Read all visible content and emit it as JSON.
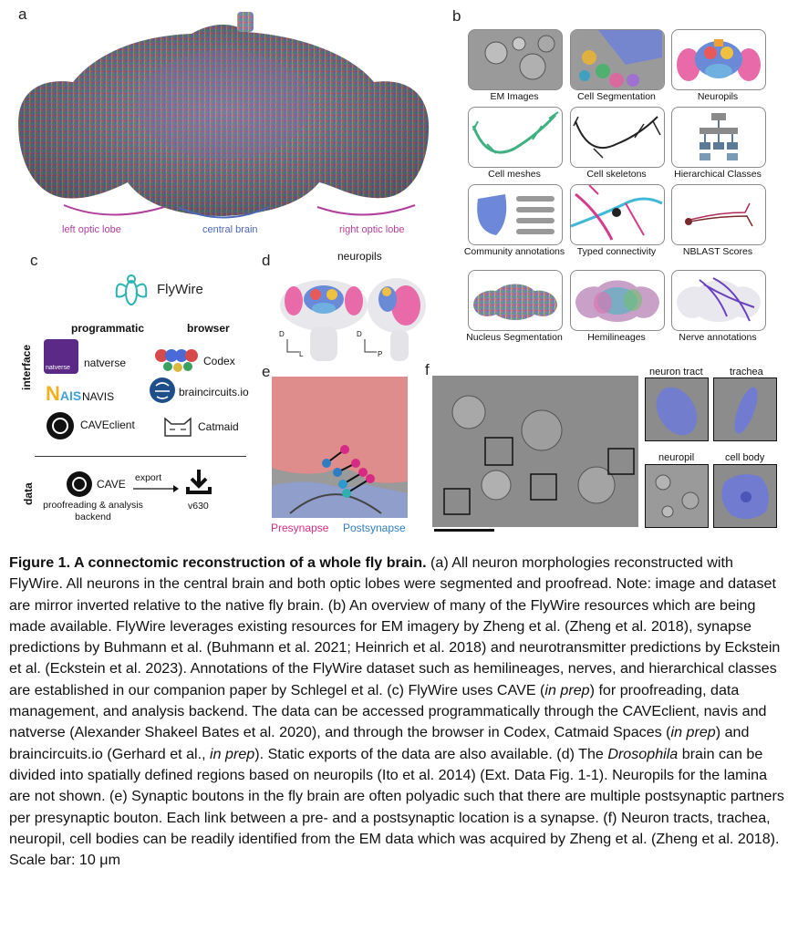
{
  "panels": {
    "a": {
      "label": "a",
      "regions": [
        "left optic lobe",
        "central brain",
        "right optic lobe"
      ]
    },
    "b": {
      "label": "b",
      "tiles": [
        "EM Images",
        "Cell Segmentation",
        "Neuropils",
        "Cell meshes",
        "Cell skeletons",
        "Hierarchical Classes",
        "Community annotations",
        "Typed connectivity",
        "NBLAST Scores",
        "Nucleus Segmentation",
        "Hemilineages",
        "Nerve annotations"
      ]
    },
    "c": {
      "label": "c",
      "logo": "FlyWire",
      "col_programmatic": "programmatic",
      "col_browser": "browser",
      "side_interface": "interface",
      "side_data": "data",
      "tools_prog": [
        "natverse",
        "NAVIS",
        "CAVEclient"
      ],
      "tools_browser": [
        "Codex",
        "braincircuits.io",
        "Catmaid"
      ],
      "natverse_badge": "natverse",
      "cave": "CAVE",
      "cave_sub": "proofreading & analysis\nbackend",
      "export": "export",
      "version": "v630"
    },
    "d": {
      "label": "d",
      "title": "neuropils",
      "axis1_v": "D",
      "axis1_h": "L",
      "axis2_v": "D",
      "axis2_h": "P"
    },
    "e": {
      "label": "e",
      "pre": "Presynapse",
      "post": "Postsynapse"
    },
    "f": {
      "label": "f",
      "insets": [
        "neuron tract",
        "trachea",
        "neuropil",
        "cell body"
      ]
    }
  },
  "caption": {
    "title": "Figure 1. A connectomic reconstruction of a whole fly brain.",
    "s1": " (a) All neuron morphologies reconstructed with FlyWire. All neurons in the central brain and both optic lobes were segmented and proofread. Note: image and dataset are mirror inverted relative to the native fly brain. (b) An overview of many of the FlyWire resources which are being made available. FlyWire leverages existing resources for EM imagery by Zheng et al. (Zheng et al. 2018), synapse predictions by Buhmann et al. (Buhmann et al. 2021; Heinrich et al. 2018) and neurotransmitter predictions by Eckstein et al. (Eckstein et al. 2023). Annotations of the FlyWire dataset such as hemilineages, nerves, and hierarchical classes are established in our companion paper by Schlegel et al. (c) FlyWire uses CAVE (",
    "i1": "in prep",
    "s2": ") for proofreading, data management, and analysis backend. The data can be accessed programmatically through the CAVEclient, navis and natverse (Alexander Shakeel Bates et al. 2020), and through the browser in Codex, Catmaid Spaces (",
    "i2": "in prep",
    "s3": ") and braincircuits.io (Gerhard et al., ",
    "i3": "in prep",
    "s4": "). Static exports of the data are also available. (d) The ",
    "i4": "Drosophila",
    "s5": " brain can be divided into spatially defined regions based on neuropils (Ito et al. 2014) (Ext. Data Fig. 1-1). Neuropils for the lamina are not shown. (e) Synaptic boutons in the fly brain are often polyadic such that there are multiple postsynaptic partners per presynaptic bouton. Each link between a pre- and a postsynaptic location is a synapse. (f) Neuron tracts, trachea, neuropil, cell bodies can be readily identified from the EM data which was acquired by Zheng et al. (Zheng et al. 2018). Scale bar: 10 μm"
  },
  "colors": {
    "optic": "#b0409c",
    "central": "#4a67b8",
    "pre": "#d62a84",
    "post": "#2f7dc0",
    "pink_overlay": "#e58b8b",
    "blue_overlay": "#6e82d8"
  }
}
